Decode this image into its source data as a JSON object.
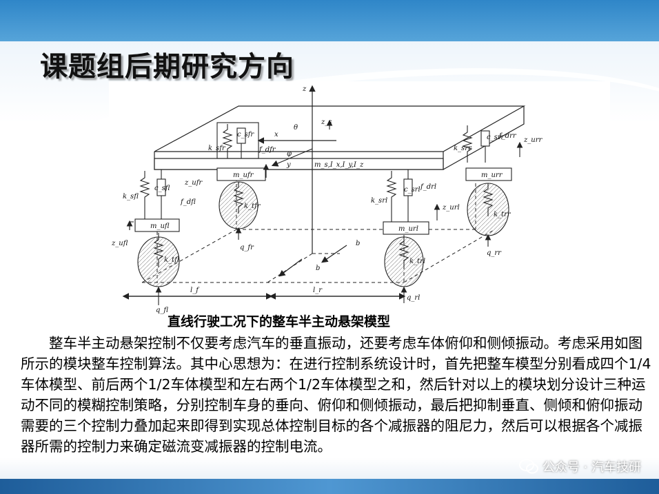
{
  "title": "课题组后期研究方向",
  "figure": {
    "caption": "直线行驶工况下的整车半主动悬架模型",
    "labels": {
      "z": "z",
      "zs": "z_s",
      "theta": "θ",
      "x": "x",
      "phi": "φ",
      "y": "y",
      "body_mass": "m_s,I_x,I_y,I_z",
      "c_sfr": "c_sfr",
      "k_sfr": "k_sfr",
      "f_dfr": "f_dfr",
      "m_ufr": "m_ufr",
      "z_ufr": "z_ufr",
      "k_tfr": "k_tfr",
      "q_fr": "q_fr",
      "c_sfl": "c_sfl",
      "k_sfl": "k_sfl",
      "f_dfl": "f_dfl",
      "m_ufl": "m_ufl",
      "z_ufl": "z_ufl",
      "k_tfl": "k_tfl",
      "q_fl": "q_fl",
      "c_srr": "c_srr",
      "k_srr": "k_srr",
      "f_drr": "f_drr",
      "z_urr": "z_urr",
      "m_urr": "m_urr",
      "k_trr": "k_trr",
      "q_rr": "q_rr",
      "c_srl": "c_srl",
      "k_srl": "k_srl",
      "f_drl": "f_drl",
      "z_url": "z_url",
      "m_url": "m_url",
      "k_trl": "k_trl",
      "q_rl": "q_rl",
      "b1": "b",
      "b2": "b",
      "lf": "l_f",
      "lr": "l_r"
    }
  },
  "paragraph": "整车半主动悬架控制不仅要考虑汽车的垂直振动，还要考虑车体俯仰和侧倾振动。考虑采用如图所示的模块整车控制算法。其中心思想为：在进行控制系统设计时，首先把整车模型分别看成四个1/4车体模型、前后两个1/2车体模型和左右两个1/2车体模型之和，然后针对以上的模块划分设计三种运动不同的模糊控制策略，分别控制车身的垂向、俯仰和侧倾振动，最后把抑制垂直、侧倾和俯仰振动需要的三个控制力叠加起来即得到实现总体控制目标的各个减振器的阻尼力，然后可以根据各个减振器所需的控制力来确定磁流变减振器的控制电流。",
  "watermark": "公众号 · 汽车技研"
}
